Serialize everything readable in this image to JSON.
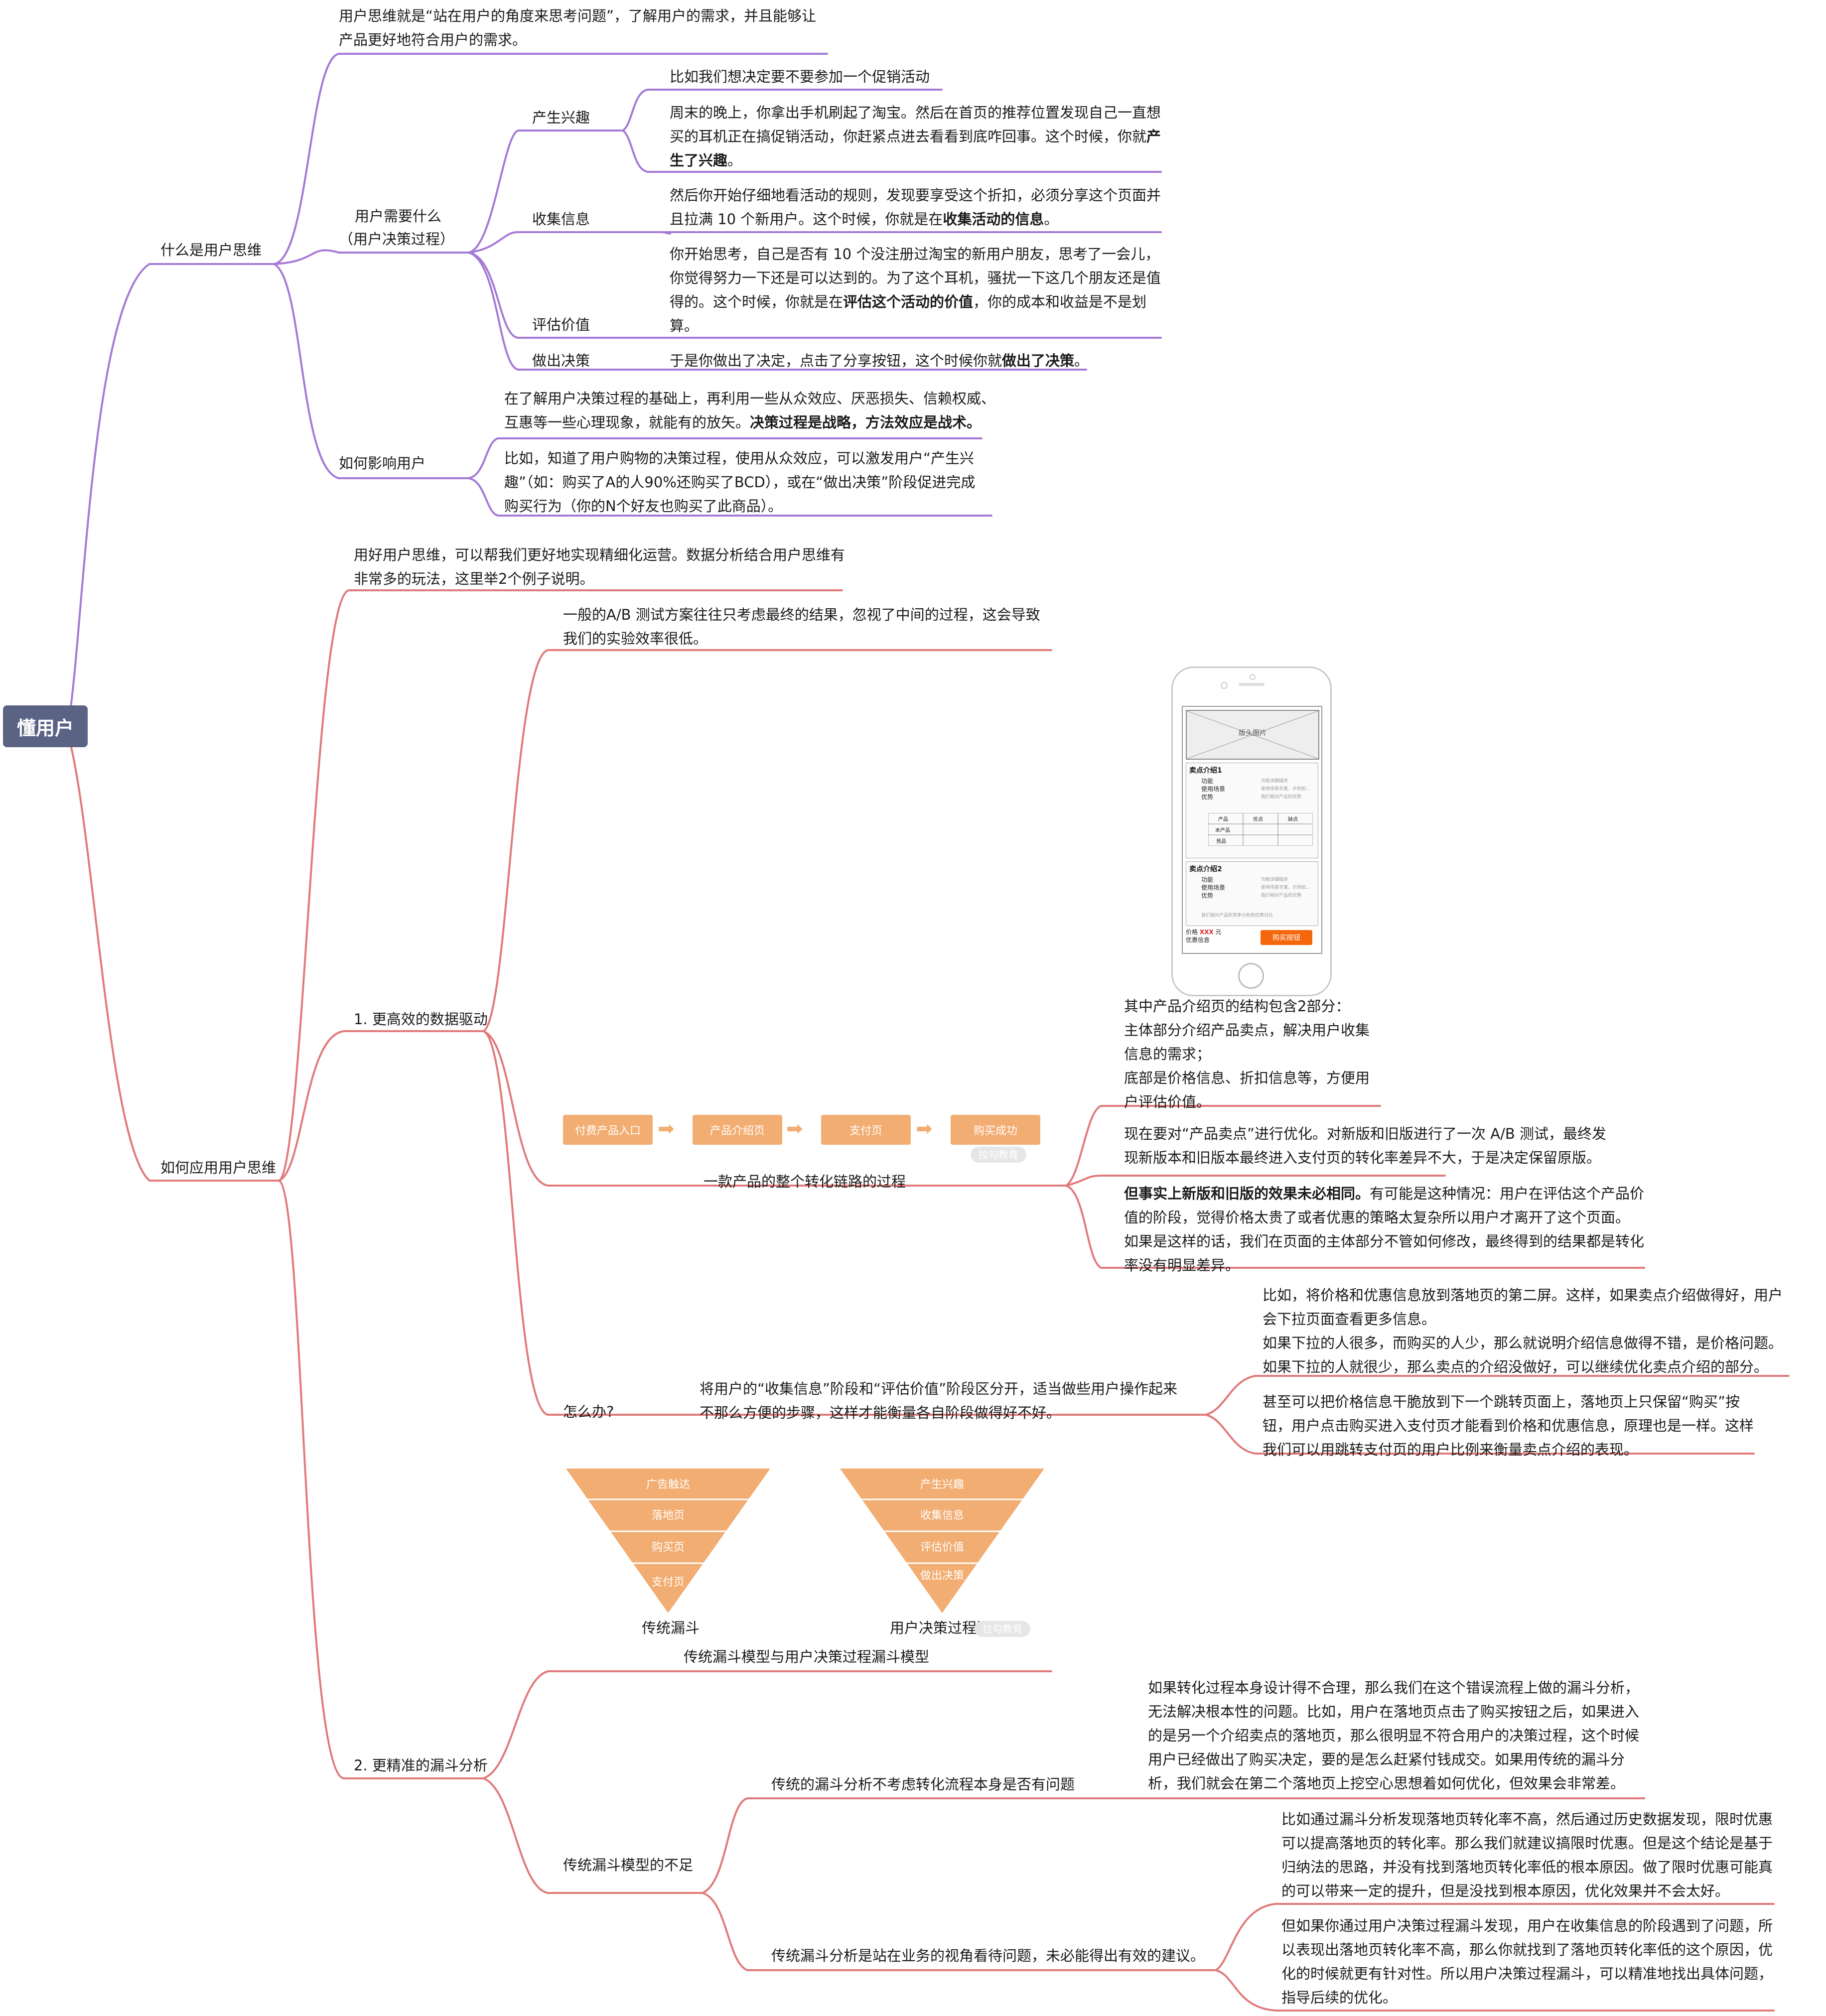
{
  "root": "懂用户",
  "colors": {
    "purple": "#a47ad6",
    "red": "#e17a7a",
    "root_bg": "#5b6385",
    "orange": "#f2ad72",
    "buy": "#f5670d"
  },
  "b1": {
    "label": "什么是用户思维",
    "intro": [
      "用户思维就是“站在用户的角度来思考问题”，了解用户的需求，并且能够让",
      "产品更好地符合用户的需求。"
    ],
    "needs": {
      "label1": "用户需要什么",
      "label2": "（用户决策过程）",
      "interest": {
        "label": "产生兴趣",
        "t1": "比如我们想决定要不要参加一个促销活动",
        "t2": [
          "周末的晚上，你拿出手机刷起了淘宝。然后在首页的推荐位置发现自己一直想",
          "买的耳机正在搞促销活动，你赶紧点进去看看到底咋回事。这个时候，你就"
        ],
        "t2_b1": "产",
        "t2_b2": "生了兴趣",
        "t2_end": "。"
      },
      "collect": {
        "label": "收集信息",
        "l1": "然后你开始仔细地看活动的规则，发现要享受这个折扣，必须分享这个页面并",
        "l2a": "且拉满 10 个新用户。这个时候，你就是在",
        "l2b": "收集活动的信息",
        "l2c": "。"
      },
      "evaluate": {
        "label": "评估价值",
        "l1": "你开始思考，自己是否有 10 个没注册过淘宝的新用户朋友，思考了一会儿，",
        "l2": "你觉得努力一下还是可以达到的。为了这个耳机，骚扰一下这几个朋友还是值",
        "l3a": "得的。这个时候，你就是在",
        "l3b": "评估这个活动的价值",
        "l3c": "，你的成本和收益是不是划",
        "l4": "算。"
      },
      "decide": {
        "label": "做出决策",
        "ta": "于是你做出了决定，点击了分享按钮，这个时候你就",
        "tb": "做出了决策",
        "tc": "。"
      }
    },
    "influence": {
      "label": "如何影响用户",
      "p1_l1": "在了解用户决策过程的基础上，再利用一些从众效应、厌恶损失、信赖权威、",
      "p1_l2a": "互惠等一些心理现象，就能有的放矢。",
      "p1_l2b": "决策过程是战略，方法效应是战术。",
      "p2": [
        "比如，知道了用户购物的决策过程，使用从众效应，可以激发用户“产生兴",
        "趣”（如：购买了A的人90%还购买了BCD），或在“做出决策”阶段促进完成",
        "购买行为（你的N个好友也购买了此商品）。"
      ]
    }
  },
  "b2": {
    "label": "如何应用用户思维",
    "intro": [
      "用好用户思维，可以帮我们更好地实现精细化运营。数据分析结合用户思维有",
      "非常多的玩法，这里举2个例子说明。"
    ],
    "data_driven": {
      "label": "1. 更高效的数据驱动",
      "ab_note": [
        "一般的A/B 测试方案往往只考虑最终的结果，忽视了中间的过程，这会导致",
        "我们的实验效率很低。"
      ],
      "phone": {
        "banner": "版头图片",
        "card1_title": "卖点介绍1",
        "card2_title": "卖点介绍2",
        "rows": [
          "功能",
          "使用场景",
          "优势"
        ],
        "desc": [
          "功能详细描述",
          "使用场景丰富，示例如...",
          "我们相对产品的优势"
        ],
        "table_head": [
          "产品",
          "优点",
          "缺点"
        ],
        "table_rows": [
          "本产品",
          "竞品"
        ],
        "card2_foot": "我们相对产品的竞争分析和优势对比",
        "price_label": "价格",
        "price_value": "XXX",
        "price_unit": "元",
        "discount": "优惠信息",
        "buy": "购买按钮"
      },
      "structure": [
        "其中产品介绍页的结构包含2部分：",
        "主体部分介绍产品卖点，解决用户收集",
        "信息的需求；",
        " 底部是价格信息、折扣信息等，方便用",
        "户评估价值。"
      ],
      "flow": [
        "付费产品入口",
        "产品介绍页",
        "支付页",
        "购买成功"
      ],
      "watermark": "拉勾教育",
      "chain_label": "一款产品的整个转化链路的过程",
      "chain_n1": [
        "现在要对“产品卖点”进行优化。对新版和旧版进行了一次 A/B 测试，最终发",
        "现新版本和旧版本最终进入支付页的转化率差异不大，于是决定保留原版。"
      ],
      "chain_n2_b": "但事实上新版和旧版的效果未必相同。",
      "chain_n2_rest": "有可能是这种情况：用户在评估这个产品价",
      "chain_n2_lines": [
        "值的阶段，觉得价格太贵了或者优惠的策略太复杂所以用户才离开了这个页面。",
        "如果是这样的话，我们在页面的主体部分不管如何修改，最终得到的结果都是转化",
        "率没有明显差异。"
      ],
      "how_label": "怎么办?",
      "how_main": [
        "将用户的“收集信息”阶段和“评估价值”阶段区分开，适当做些用户操作起来",
        "不那么方便的步骤，这样才能衡量各自阶段做得好不好。"
      ],
      "how_n1": [
        "比如，将价格和优惠信息放到落地页的第二屏。这样，如果卖点介绍做得好，用户",
        "会下拉页面查看更多信息。",
        "如果下拉的人很多，而购买的人少，那么就说明介绍信息做得不错，是价格问题。",
        "如果下拉的人就很少，那么卖点的介绍没做好，可以继续优化卖点介绍的部分。"
      ],
      "how_n2": [
        "甚至可以把价格信息干脆放到下一个跳转页面上，落地页上只保留“购买”按",
        "钮，用户点击购买进入支付页才能看到价格和优惠信息，原理也是一样。这样",
        "我们可以用跳转支付页的用户比例来衡量卖点介绍的表现。"
      ]
    },
    "funnel": {
      "label": "2. 更精准的漏斗分析",
      "trad_stages": [
        "广告触达",
        "落地页",
        "购买页",
        "支付页"
      ],
      "user_stages": [
        "产生兴趣",
        "收集信息",
        "评估价值",
        "做出决策"
      ],
      "trad_name": "传统漏斗",
      "user_name": "用户决策过程漏斗",
      "compare": "传统漏斗模型与用户决策过程漏斗模型",
      "shortcoming": "传统漏斗模型的不足",
      "s1": "传统的漏斗分析不考虑转化流程本身是否有问题",
      "s1_note": [
        "如果转化过程本身设计得不合理，那么我们在这个错误流程上做的漏斗分析，",
        "无法解决根本性的问题。比如，用户在落地页点击了购买按钮之后，如果进入",
        "的是另一个介绍卖点的落地页，那么很明显不符合用户的决策过程，这个时候",
        "用户已经做出了购买决定，要的是怎么赶紧付钱成交。如果用传统的漏斗分",
        "析，我们就会在第二个落地页上挖空心思想着如何优化，但效果会非常差。"
      ],
      "s2": "传统漏斗分析是站在业务的视角看待问题，未必能得出有效的建议。",
      "s2_n1": [
        "比如通过漏斗分析发现落地页转化率不高，然后通过历史数据发现，限时优惠",
        "可以提高落地页的转化率。那么我们就建议搞限时优惠。但是这个结论是基于",
        "归纳法的思路，并没有找到落地页转化率低的根本原因。做了限时优惠可能真",
        "的可以带来一定的提升，但是没找到根本原因，优化效果并不会太好。"
      ],
      "s2_n2": [
        "但如果你通过用户决策过程漏斗发现，用户在收集信息的阶段遇到了问题，所",
        "以表现出落地页转化率不高，那么你就找到了落地页转化率低的这个原因，优",
        "化的时候就更有针对性。所以用户决策过程漏斗，可以精准地找出具体问题，",
        "指导后续的优化。"
      ]
    }
  }
}
